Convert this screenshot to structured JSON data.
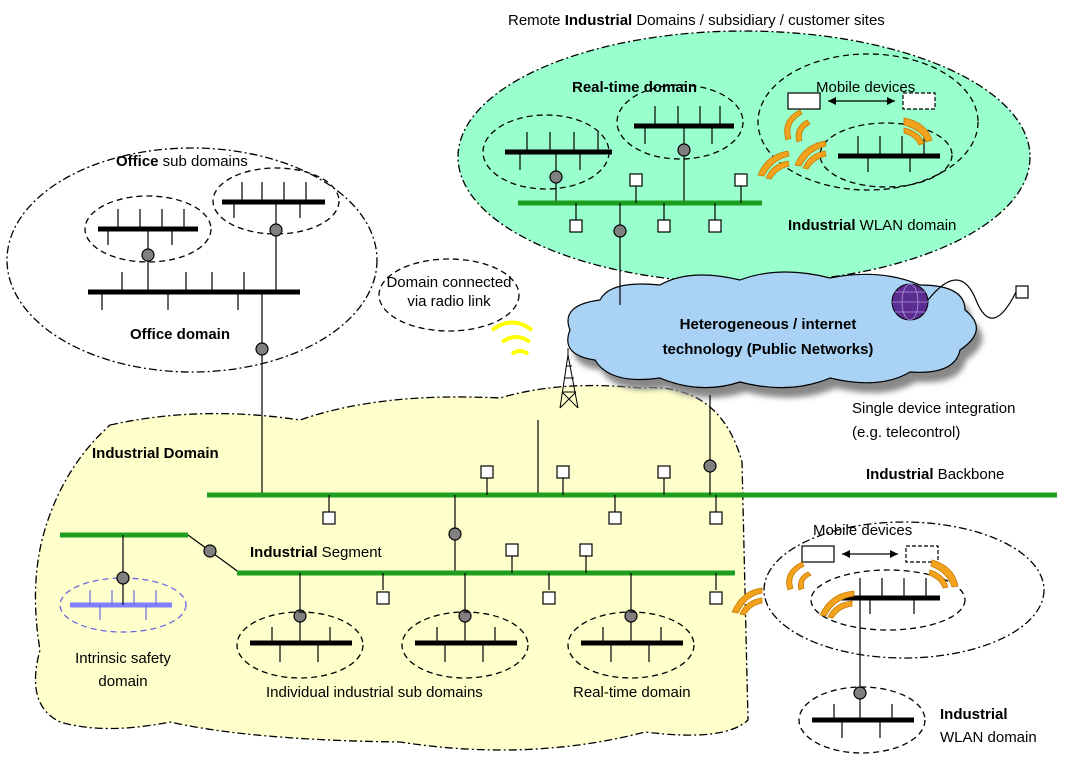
{
  "labels": {
    "remote_title_pre": "Remote ",
    "remote_title_bold": "Industrial",
    "remote_title_post": " Domains / subsidiary / customer sites",
    "realtime_domain_top": "Real-time domain",
    "mobile_devices_top": "Mobile devices",
    "industrial_wlan_top_bold": "Industrial",
    "industrial_wlan_top_rest": " WLAN domain",
    "office_sub_bold": "Office",
    "office_sub_rest": " sub domains",
    "office_domain": "Office domain",
    "radio_link_line1": "Domain connected",
    "radio_link_line2": "via radio link",
    "cloud_line1": "Heterogeneous / internet",
    "cloud_line2": "technology (Public Networks)",
    "single_device_line1": "Single device integration",
    "single_device_line2": "(e.g. telecontrol)",
    "industrial_domain": "Industrial Domain",
    "backbone_bold": "Industrial",
    "backbone_rest": " Backbone",
    "segment_bold": "Industrial",
    "segment_rest": " Segment",
    "mobile_devices_bottom": "Mobile devices",
    "intrinsic_line1": "Intrinsic safety",
    "intrinsic_line2": "domain",
    "individual_sub": "Individual industrial sub domains",
    "realtime_domain_bottom": "Real-time domain",
    "wlan_bottom_line1": "Industrial",
    "wlan_bottom_line2": "WLAN domain"
  },
  "colors": {
    "remote_area_fill": "#99ffcc",
    "industrial_area_fill": "#ffffcc",
    "cloud_fill": "#a9d2f5",
    "backbone_green": "#1e9e1e",
    "intrinsic_blue": "#8080ff",
    "radio_wave_orange": "#f2a21c",
    "radio_link_yellow": "#ffff00",
    "globe_purple": "#5b2c91"
  }
}
